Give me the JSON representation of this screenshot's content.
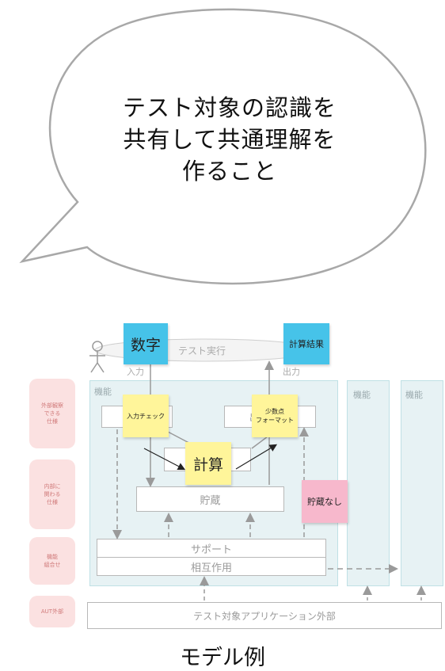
{
  "bubble": {
    "line1": "テスト対象の認識を",
    "line2": "共有して共通理解を",
    "line3": "作ること"
  },
  "diagram": {
    "test_exec": "テスト実行",
    "input_label": "入力",
    "output_label": "出力",
    "panels": [
      "機能",
      "機能",
      "機能"
    ],
    "categories": [
      "外部観察\nできる\n仕様",
      "内部に\n関わる\n仕様",
      "機能\n組合せ",
      "AUT外部"
    ],
    "storage": "貯蔵",
    "support": "サポート",
    "interaction": "相互作用",
    "external": "テスト対象アプリケーション外部",
    "output_box": "出",
    "notes": {
      "number": "数字",
      "result": "計算結果",
      "input_check": "入力チェック",
      "decimal_format": "少数点\nフォーマット",
      "calc": "計算",
      "no_storage": "貯蔵なし"
    }
  },
  "caption": "モデル例"
}
